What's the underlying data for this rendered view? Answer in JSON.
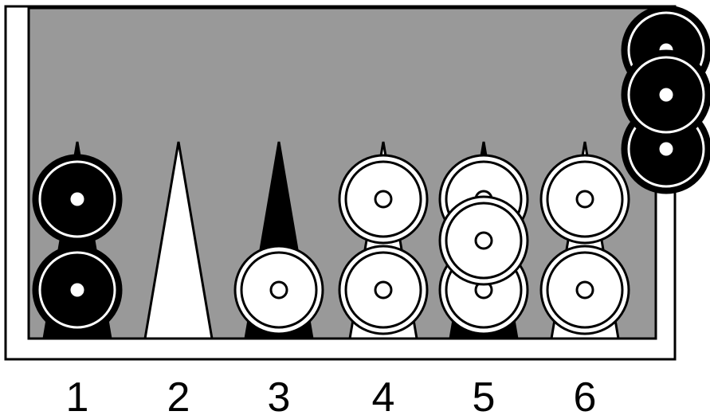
{
  "board": {
    "frame_color": "#000000",
    "border_color": "#ffffff",
    "felt_color": "#999999",
    "light_color": "#ffffff",
    "dark_color": "#000000"
  },
  "points": [
    {
      "number": "1",
      "triangle": "dark",
      "checkers": [
        "black",
        "black"
      ]
    },
    {
      "number": "2",
      "triangle": "light",
      "checkers": []
    },
    {
      "number": "3",
      "triangle": "dark",
      "checkers": [
        "white"
      ]
    },
    {
      "number": "4",
      "triangle": "light",
      "checkers": [
        "white",
        "white"
      ]
    },
    {
      "number": "5",
      "triangle": "dark",
      "checkers": [
        "white",
        "white",
        "white"
      ]
    },
    {
      "number": "6",
      "triangle": "light",
      "checkers": [
        "white",
        "white"
      ]
    }
  ],
  "borne_off": {
    "checkers": [
      "black",
      "black",
      "black"
    ]
  }
}
